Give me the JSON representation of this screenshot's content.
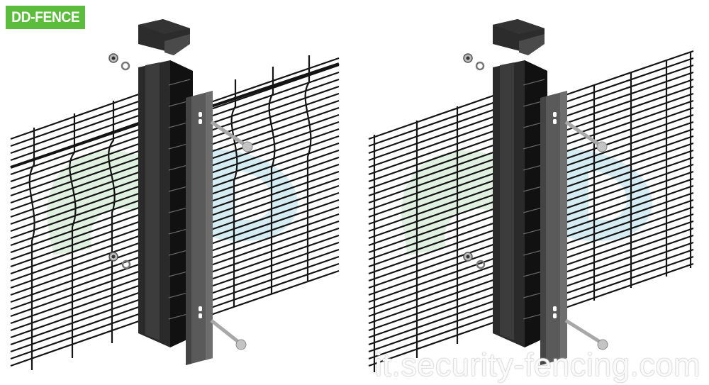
{
  "logo": {
    "text": "DD-FENCE",
    "bg_color": "#5cbc3c",
    "text_color": "#ffffff"
  },
  "watermark": {
    "text": "it.security-fencing.com"
  },
  "background_logo": {
    "letters": "DD",
    "colors": [
      "#dcefdc",
      "#cfe9f2"
    ]
  },
  "scenes": [
    {
      "name": "curved-3d-panel-fence",
      "description": "Exploded view: post cap, nut, washer, post, clamp bar, carriage bolts, 3D curved mesh panels",
      "components": [
        "post-cap",
        "nut",
        "washer",
        "post",
        "clamp-bar",
        "carriage-bolt-top",
        "carriage-bolt-bottom",
        "mesh-panel-curved"
      ]
    },
    {
      "name": "358-flat-panel-fence",
      "description": "Exploded view: post cap, nut, washer, post, clamp bar, carriage bolts, flat 358 mesh panels",
      "components": [
        "post-cap",
        "nut",
        "washer",
        "post",
        "clamp-bar",
        "carriage-bolt-top",
        "carriage-bolt-bottom",
        "mesh-panel-flat"
      ]
    }
  ],
  "colors": {
    "mesh": "#141414",
    "post": "#2a2a2a",
    "clamp": "#5a5a5a",
    "bolt": "#a8a8a8"
  }
}
